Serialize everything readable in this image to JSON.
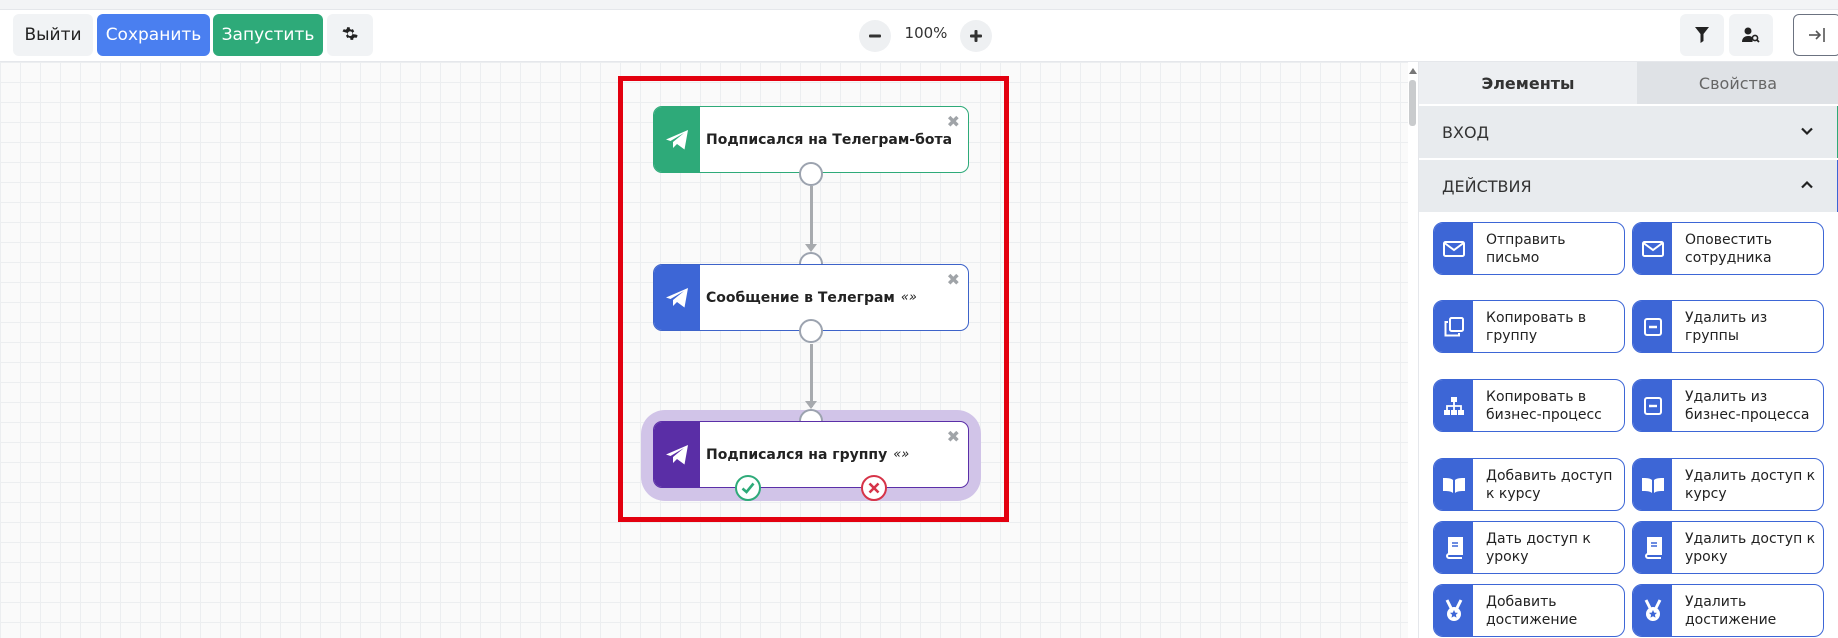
{
  "toolbar": {
    "exit_label": "Выйти",
    "save_label": "Сохранить",
    "run_label": "Запустить",
    "zoom": "100%"
  },
  "colors": {
    "accent_blue": "#4a7ff0",
    "run_green": "#2eaa79",
    "highlight_red": "#e3000f",
    "telegram_node_green": "#2eaa79",
    "message_node_blue": "#3d66d6",
    "condition_node_purple": "#5a2ea6"
  },
  "canvas": {
    "nodes": [
      {
        "title": "Подписался на Телеграм-бота",
        "suffix": "",
        "icon": "telegram-icon"
      },
      {
        "title": "Сообщение в Телеграм",
        "suffix": "«»",
        "icon": "telegram-icon"
      },
      {
        "title": "Подписался на группу",
        "suffix": "«»",
        "icon": "telegram-icon"
      }
    ],
    "close_glyph": "✖"
  },
  "sidebar": {
    "tabs": [
      "Элементы",
      "Свойства"
    ],
    "sections": [
      {
        "label": "ВХОД",
        "expanded": false
      },
      {
        "label": "ДЕЙСТВИЯ",
        "expanded": true
      }
    ],
    "actions": [
      {
        "label": "Отправить письмо",
        "icon": "envelope-icon"
      },
      {
        "label": "Оповестить сотрудника",
        "icon": "envelope-icon"
      },
      {
        "label": "Копировать в группу",
        "icon": "copy-icon"
      },
      {
        "label": "Удалить из группы",
        "icon": "minus-square-icon"
      },
      {
        "label": "Копировать в бизнес-процесс",
        "icon": "sitemap-icon"
      },
      {
        "label": "Удалить из бизнес-процесса",
        "icon": "minus-square-icon"
      },
      {
        "label": "Добавить доступ к курсу",
        "icon": "book-open-icon"
      },
      {
        "label": "Удалить доступ к курсу",
        "icon": "book-open-icon"
      },
      {
        "label": "Дать доступ к уроку",
        "icon": "book-icon"
      },
      {
        "label": "Удалить доступ к уроку",
        "icon": "book-icon"
      },
      {
        "label": "Добавить достижение",
        "icon": "medal-icon"
      },
      {
        "label": "Удалить достижение",
        "icon": "medal-icon"
      }
    ]
  }
}
